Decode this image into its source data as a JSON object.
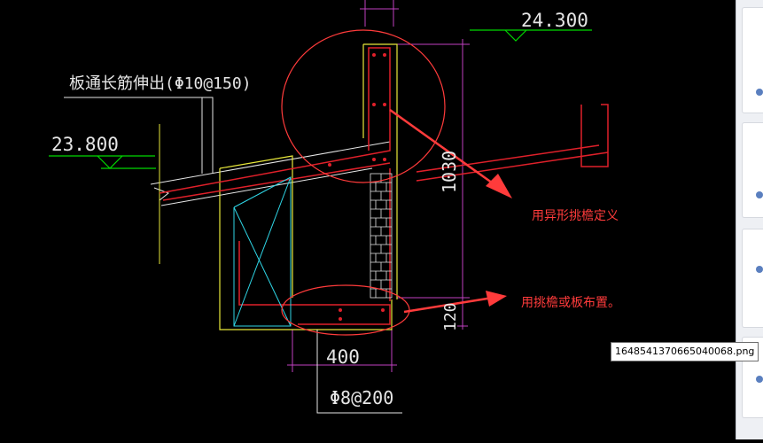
{
  "drawing": {
    "elevation_top": "24.300",
    "elevation_slab": "23.800",
    "slab_rebar_note": "板通长筋伸出(Φ10@150)",
    "dim_height": "1030",
    "dim_bottom": "120",
    "dim_width": "400",
    "stirrup_note": "Φ8@200",
    "annotation_upper": "用异形挑檐定义",
    "annotation_lower": "用挑檐或板布置。"
  },
  "tooltip": {
    "filename": "1648541370665040068.png"
  },
  "colors": {
    "background": "#000000",
    "annotation_red": "#ff3b3b",
    "cad_white": "#e6e6e6",
    "cad_green": "#00d800",
    "cad_yellow": "#e8e83a",
    "cad_cyan": "#2fd6e6",
    "cad_magenta": "#c040c0",
    "cad_red": "#e0202a"
  }
}
